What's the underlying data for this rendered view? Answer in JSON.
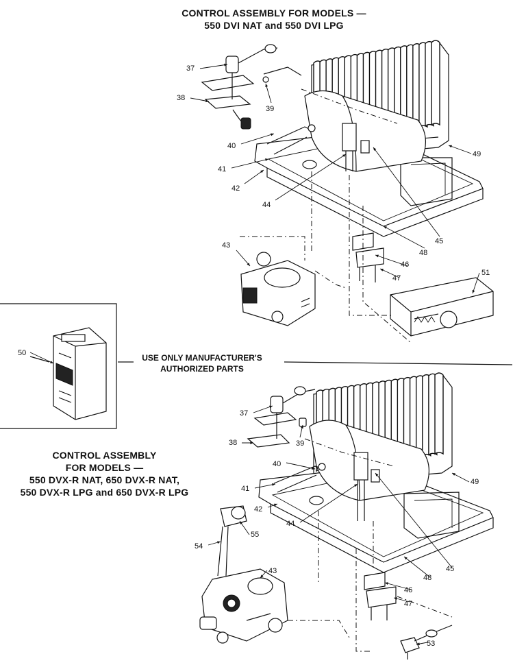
{
  "title_top": {
    "line1": "CONTROL ASSEMBLY FOR MODELS —",
    "line2": "550 DVI NAT and 550 DVI LPG"
  },
  "title_bottom": {
    "line1": "CONTROL ASSEMBLY",
    "line2": "FOR MODELS —",
    "line3": "550 DVX-R NAT, 650 DVX-R NAT,",
    "line4": "550 DVX-R LPG and 650 DVX-R LPG"
  },
  "notice": {
    "line1": "USE ONLY MANUFACTURER'S",
    "line2": "AUTHORIZED PARTS"
  },
  "part_labels": {
    "top": [
      "37",
      "38",
      "39",
      "40",
      "41",
      "42",
      "44",
      "49",
      "45",
      "48",
      "43",
      "46",
      "47",
      "51"
    ],
    "inset": "50",
    "bottom": [
      "37",
      "38",
      "39",
      "40",
      "41",
      "42",
      "44",
      "49",
      "45",
      "48",
      "55",
      "54",
      "43",
      "46",
      "47",
      "53"
    ]
  }
}
